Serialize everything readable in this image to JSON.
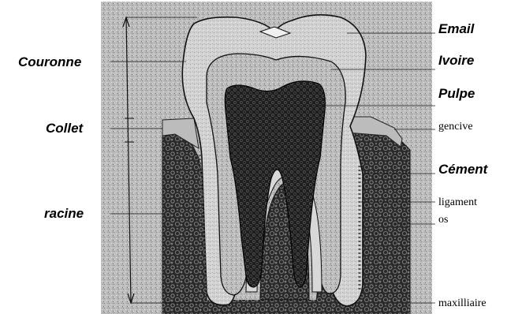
{
  "left_labels": {
    "crown": "Couronne",
    "neck": "Collet",
    "root": "racine"
  },
  "right_labels": {
    "enamel": "Email",
    "dentin": "Ivoire",
    "pulp": "Pulpe",
    "gum": "gencive",
    "cementum": "Cément",
    "ligament": "ligament",
    "bone": "os",
    "jaw": "maxilliaire"
  }
}
